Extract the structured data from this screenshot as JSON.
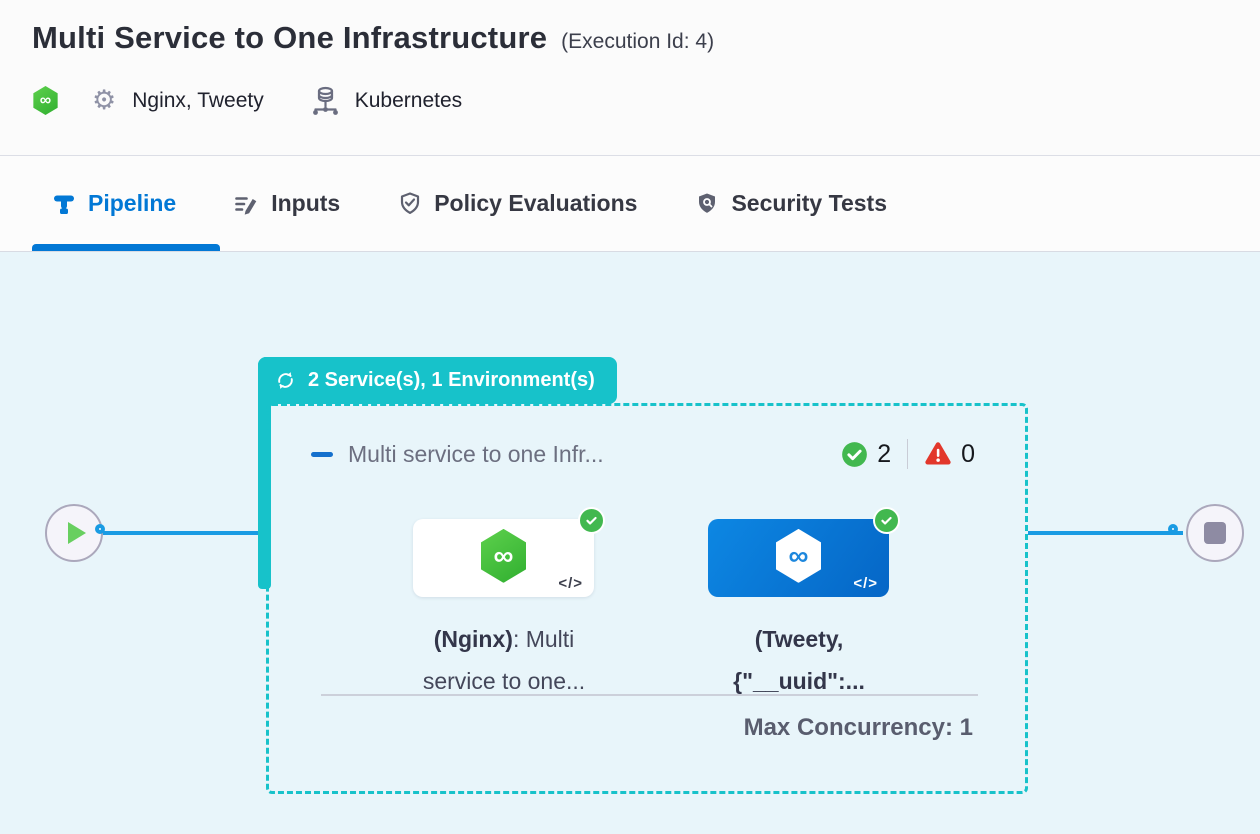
{
  "header": {
    "title": "Multi Service to One Infrastructure",
    "execution_id": "(Execution Id: 4)",
    "services": "Nginx, Tweety",
    "infrastructure": "Kubernetes"
  },
  "tabs": [
    {
      "label": "Pipeline",
      "active": true
    },
    {
      "label": "Inputs",
      "active": false
    },
    {
      "label": "Policy Evaluations",
      "active": false
    },
    {
      "label": "Security Tests",
      "active": false
    }
  ],
  "canvas": {
    "stage_badge": "2 Service(s), 1 Environment(s)",
    "stage": {
      "title": "Multi service to one Infr...",
      "success_count": "2",
      "error_count": "0",
      "max_concurrency": "Max Concurrency: 1",
      "services": [
        {
          "name_bold": "(Nginx)",
          "name_rest": ": Multi service to one..."
        },
        {
          "name_bold": "(Tweety, {\"__uuid\":...",
          "name_rest": ""
        }
      ]
    }
  },
  "glyphs": {
    "infinity": "∞",
    "gear": "⚙",
    "code": "</>"
  },
  "colors": {
    "accent_blue": "#0278d5",
    "teal": "#17c2ca",
    "success_green": "#42b84f",
    "error_red": "#e2372b",
    "connector_blue": "#199be3",
    "canvas_bg": "#e8f5fa"
  }
}
